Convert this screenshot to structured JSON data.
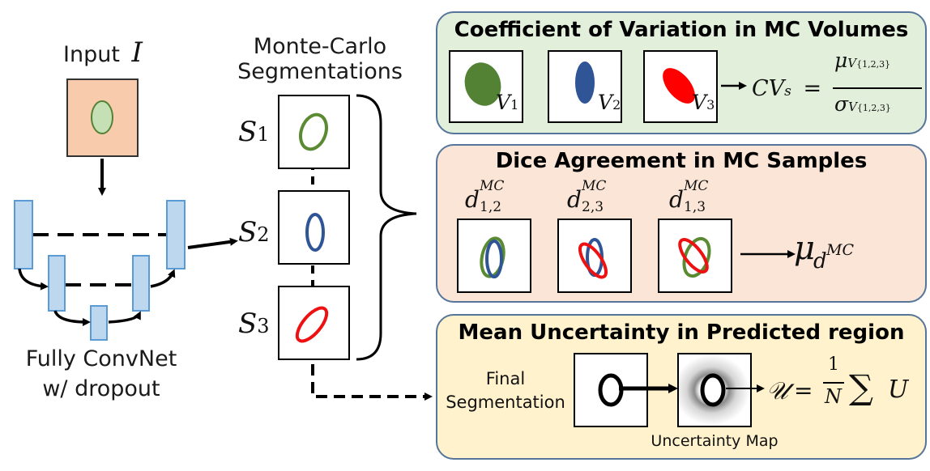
{
  "network": {
    "input_label": "Input",
    "input_symbol": "I",
    "caption_line1": "Fully ConvNet",
    "caption_line2": "w/ dropout"
  },
  "mc": {
    "title_line1": "Monte-Carlo",
    "title_line2": "Segmentations",
    "samples": [
      {
        "symbol": "S",
        "sub": "1",
        "color": "#5a8a32"
      },
      {
        "symbol": "S",
        "sub": "2",
        "color": "#2f5597"
      },
      {
        "symbol": "S",
        "sub": "3",
        "color": "#ee1111"
      }
    ]
  },
  "panels": {
    "cv": {
      "title": "Coefficient of Variation in MC Volumes",
      "bg": "#e2efda",
      "volumes": [
        {
          "symbol": "V",
          "sub": "1",
          "color": "#548235"
        },
        {
          "symbol": "V",
          "sub": "2",
          "color": "#2f5597"
        },
        {
          "symbol": "V",
          "sub": "3",
          "color": "#ff0000"
        }
      ],
      "formula_lhs": "CV",
      "formula_lhs_sub": "s",
      "formula_eq": "=",
      "num_symbol": "μ",
      "num_sub": "V",
      "num_subsub": "{1,2,3}",
      "den_symbol": "σ",
      "den_sub": "V",
      "den_subsub": "{1,2,3}"
    },
    "dice": {
      "title": "Dice Agreement in MC Samples",
      "bg": "#fbe5d6",
      "pairs": [
        {
          "symbol": "d",
          "sup": "MC",
          "sub": "1,2"
        },
        {
          "symbol": "d",
          "sup": "MC",
          "sub": "2,3"
        },
        {
          "symbol": "d",
          "sup": "MC",
          "sub": "1,3"
        }
      ],
      "result_symbol": "μ",
      "result_sub": "d",
      "result_subsup": "MC"
    },
    "unc": {
      "title": "Mean Uncertainty in Predicted region",
      "bg": "#fff2cc",
      "final_line1": "Final",
      "final_line2": "Segmentation",
      "map_label": "Uncertainty Map",
      "formula_lhs": "𝒰",
      "formula_eq": "=",
      "frac_num": "1",
      "frac_den": "N",
      "sum_symbol": "∑",
      "sum_term": "U"
    }
  }
}
